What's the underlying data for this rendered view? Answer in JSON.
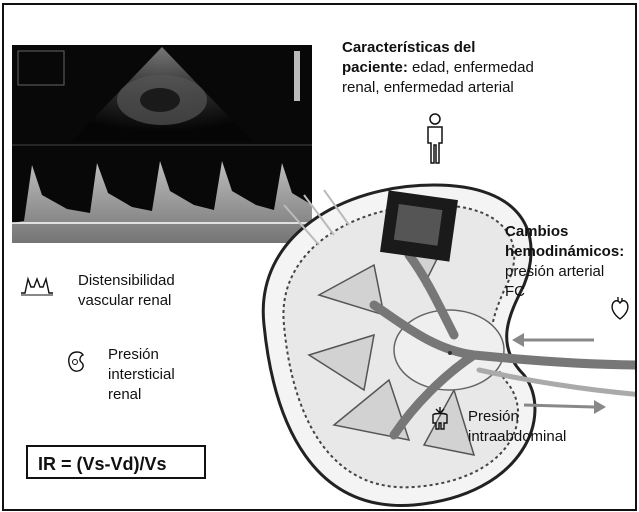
{
  "patient": {
    "heading": "Características del paciente:",
    "heading_line1": "Características del",
    "heading_line2_bold": "paciente:",
    "heading_line2_rest": " edad, enfermedad",
    "line3": "renal, enfermedad arterial"
  },
  "hemodynamic": {
    "line1": "Cambios",
    "line2": "hemodinámicos:",
    "line3": "presión arterial",
    "line4": "FC"
  },
  "distensibility": {
    "line1": "Distensibilidad",
    "line2": "vascular renal"
  },
  "interstitial": {
    "line1": "Presión",
    "line2": "intersticial",
    "line3": "renal"
  },
  "intraabdominal": {
    "line1": "Presión",
    "line2": "intraabdominal"
  },
  "formula": "IR = (Vs-Vd)/Vs",
  "icons": {
    "person": "person-icon",
    "heart": "heart-icon",
    "waveform": "waveform-icon",
    "kidney_small": "small-kidney-icon",
    "abdomen": "abdomen-pressure-icon"
  }
}
